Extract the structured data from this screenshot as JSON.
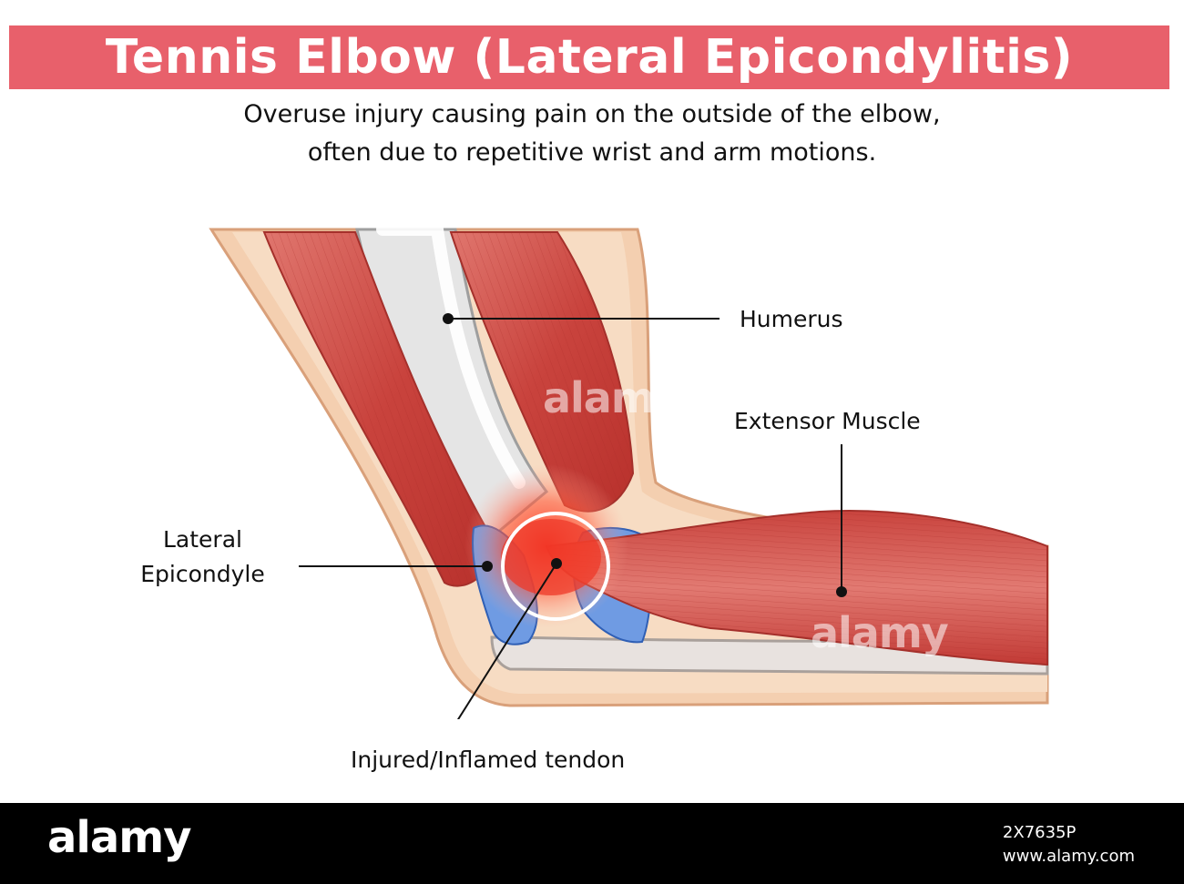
{
  "title": "Tennis Elbow (Lateral Epicondylitis)",
  "subtitle_line1": "Overuse injury causing pain on the outside of the elbow,",
  "subtitle_line2": "often due to repetitive wrist and arm motions.",
  "labels": {
    "humerus": "Humerus",
    "extensor_muscle": "Extensor Muscle",
    "lateral_epicondyle_line1": "Lateral",
    "lateral_epicondyle_line2": "Epicondyle",
    "injured_tendon": "Injured/Inflamed tendon"
  },
  "watermarks": [
    "alamy",
    "alamy"
  ],
  "footer": {
    "logo": "alamy",
    "image_id": "2X7635P",
    "site": "www.alamy.com"
  },
  "colors": {
    "banner": "#e8606b",
    "skin": "#f2c9a8",
    "muscle": "#d9534f",
    "tendon": "#4a7fd1",
    "inflammation": "#ff3b2f"
  }
}
